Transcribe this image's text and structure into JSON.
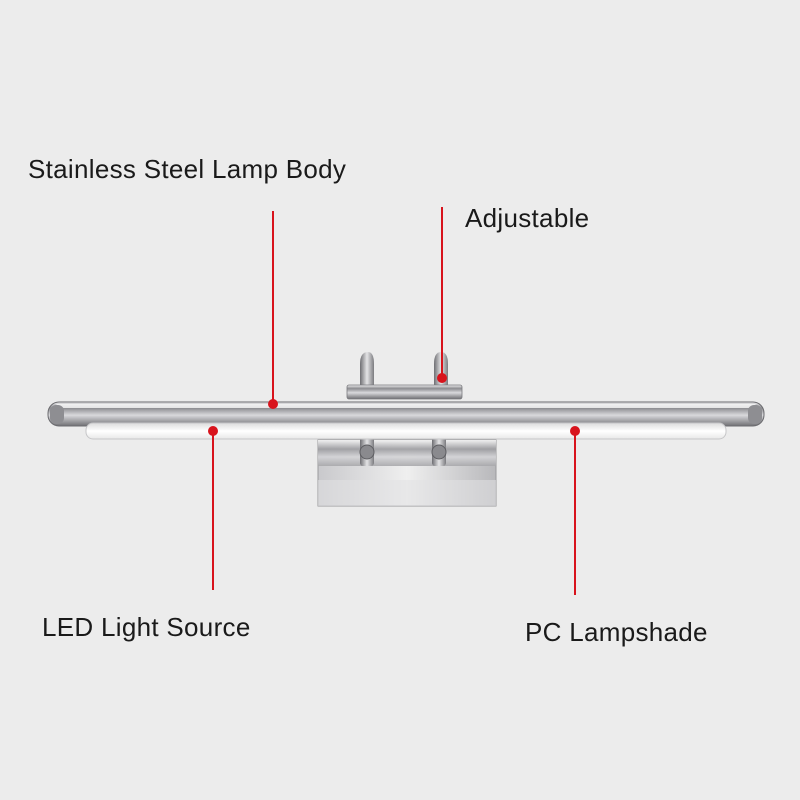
{
  "labels": {
    "lamp_body": "Stainless Steel Lamp Body",
    "adjustable": "Adjustable",
    "led_source": "LED Light Source",
    "pc_lampshade": "PC Lampshade"
  },
  "colors": {
    "background": "#ececec",
    "callout": "#d8131c",
    "steel": "#b9b9bc",
    "light": "#ffffff"
  }
}
